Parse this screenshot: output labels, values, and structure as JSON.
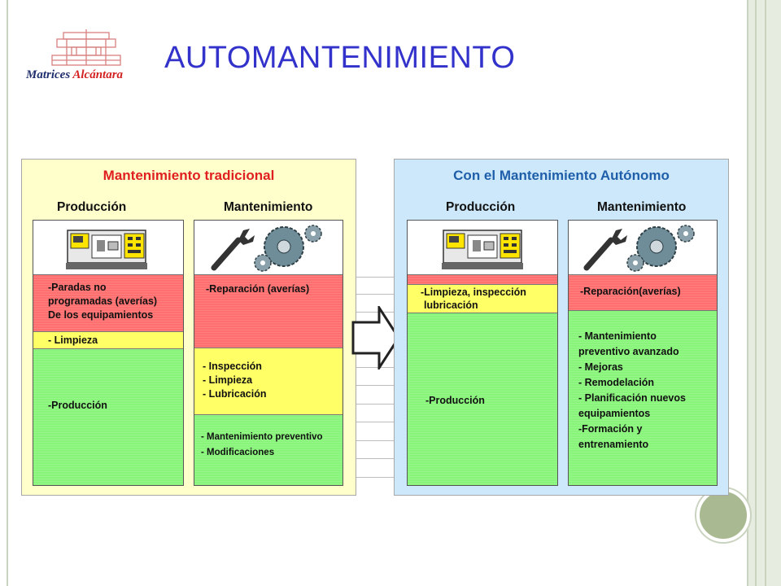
{
  "slide": {
    "title": "AUTOMANTENIMIENTO",
    "logo": {
      "part1": "Matrices",
      "part2": "Alcántara"
    }
  },
  "colors": {
    "title": "#3333cc",
    "left_panel_bg": "#ffffcc",
    "right_panel_bg": "#cce8fa",
    "red_segment": "#ff6f6f",
    "yellow_segment": "#ffff66",
    "green_segment": "#88f57a",
    "panel_title": "#e02020",
    "right_panel_title": "#1f5faa"
  },
  "traditional": {
    "title": "Mantenimiento tradicional",
    "production": {
      "heading": "Producción",
      "items": [
        "-Paradas no",
        "programadas (averías)",
        "De los equipamientos",
        "- Limpieza",
        "-Producción"
      ]
    },
    "maintenance": {
      "heading": "Mantenimiento",
      "items": [
        "-Reparación (averías)",
        "- Inspección",
        "- Limpieza",
        "- Lubricación",
        "- Mantenimiento preventivo",
        "- Modificaciones"
      ]
    }
  },
  "autonomous": {
    "title": "Con el Mantenimiento Autónomo",
    "production": {
      "heading": "Producción",
      "items": [
        "-Limpieza, inspección",
        "lubricación",
        "-Producción"
      ]
    },
    "maintenance": {
      "heading": "Mantenimiento",
      "items": [
        "-Reparación(averías)",
        "- Mantenimiento",
        "preventivo avanzado",
        "- Mejoras",
        "- Remodelación",
        "- Planificación nuevos",
        "equipamientos",
        "-Formación y",
        "entrenamiento"
      ]
    }
  }
}
